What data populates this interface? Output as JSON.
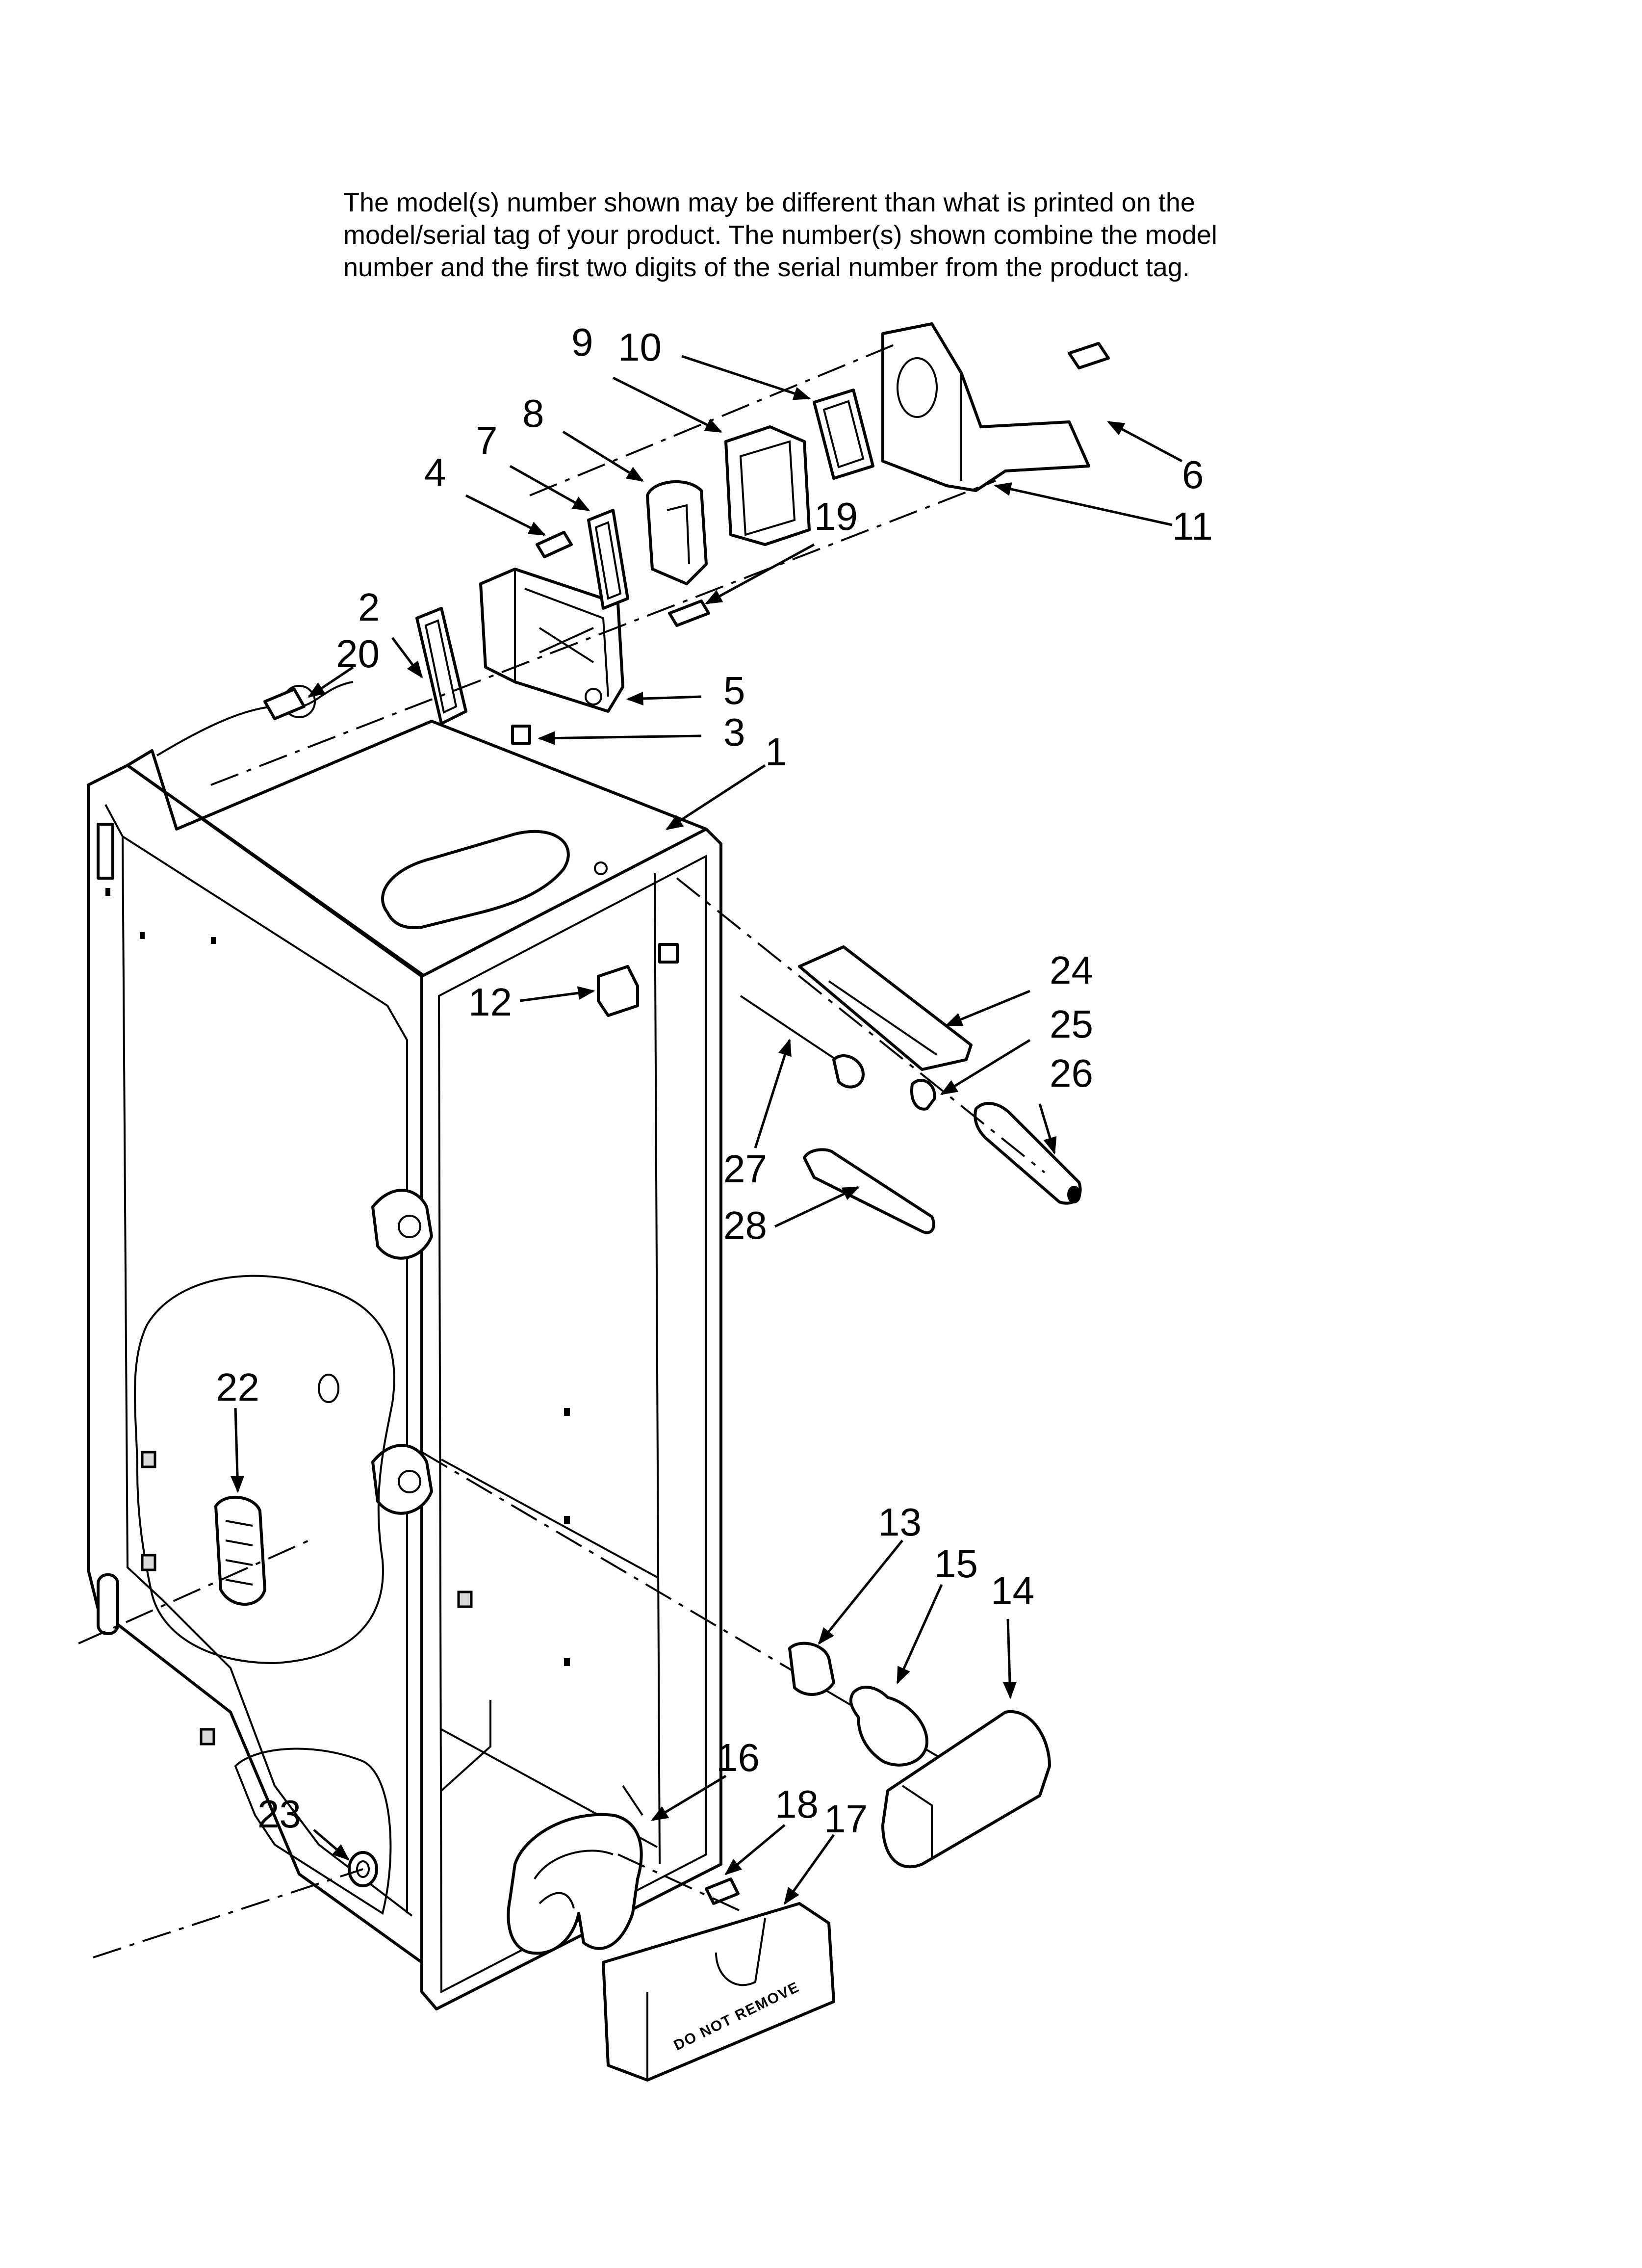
{
  "note": {
    "line1": "The model(s) number shown may be different than what is printed on the",
    "line2": "model/serial tag of your product. The number(s) shown combine the model",
    "line3": "number and the first two digits of the serial number from the product tag."
  },
  "callouts": {
    "c1": "1",
    "c2": "2",
    "c3": "3",
    "c4": "4",
    "c5": "5",
    "c6": "6",
    "c7": "7",
    "c8": "8",
    "c9": "9",
    "c10": "10",
    "c11": "11",
    "c12": "12",
    "c13": "13",
    "c14": "14",
    "c15": "15",
    "c16": "16",
    "c17": "17",
    "c18": "18",
    "c19": "19",
    "c20": "20",
    "c22": "22",
    "c23": "23",
    "c24": "24",
    "c25": "25",
    "c26": "26",
    "c27": "27",
    "c28": "28"
  },
  "stamp_text": "DO NOT REMOVE"
}
